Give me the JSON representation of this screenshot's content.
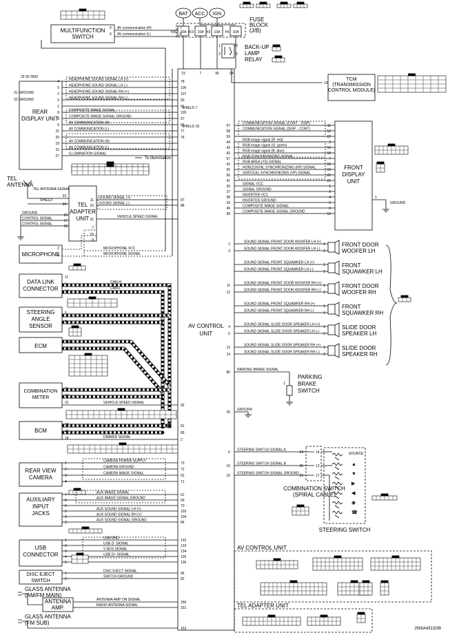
{
  "power": {
    "bat": "BAT",
    "acc": "ACC",
    "ign": "IGN",
    "fuse_block": [
      "FUSE",
      "BLOCK",
      "(J/B)"
    ],
    "fuses": [
      {
        "amp": "20A",
        "num": "#35"
      },
      {
        "amp": "10A",
        "num": "#19"
      },
      {
        "amp": "10A",
        "num": "#3"
      },
      {
        "amp": "10A",
        "num": "#4"
      }
    ],
    "relay": [
      "BACK-UP",
      "LAMP",
      "RELAY"
    ],
    "relay_pins": [
      "1",
      "2",
      "3",
      "5"
    ]
  },
  "left": {
    "multifunction": {
      "name": [
        "MULTIFUNCTION",
        "SWITCH"
      ],
      "sig_h": "AV communication (H)",
      "sig_l": "AV communication (L)",
      "pins": [
        "5",
        "6"
      ],
      "in_pins": [
        "7",
        "8"
      ]
    },
    "rear_display": {
      "name": [
        "REAR",
        "DISPLAY UNIT"
      ],
      "top_pins": "29 30 2826",
      "grounds": [
        "31 GROUND",
        "32 GROUND"
      ],
      "signals": [
        {
          "pin": "4",
          "label": "HEADPHONE SOUND SIGNAL LH (+)",
          "cp": "78"
        },
        {
          "pin": "5",
          "label": "HEADPHONE SOUND SIGNAL LH (-)",
          "cp": "106"
        },
        {
          "pin": "2",
          "label": "HEADPHONE SOUND SIGNAL RH (+)",
          "cp": "107"
        },
        {
          "pin": "3",
          "label": "HEADPHONE SOUND SIGNAL RH (-)",
          "cp": "90"
        },
        {
          "pin": "1",
          "label": "",
          "cp": "91"
        },
        {
          "pin": "8",
          "label": "COMPOSITE IMAGE SIGNAL",
          "cp": "105"
        },
        {
          "pin": "9",
          "label": "COMPOSITE IMAGE SIGNAL GROUND",
          "cp": "67"
        },
        {
          "pin": "6",
          "label": "AV COMMUNICATION (H)",
          "cp": "65"
        },
        {
          "pin": "21",
          "label": "AV COMMUNICATION (L)",
          "cp": "77"
        },
        {
          "pin": "20",
          "label": "",
          "cp": "76"
        },
        {
          "pin": "19",
          "label": "AV COMMUNICATION (H)",
          "cp": ""
        },
        {
          "pin": "22",
          "label": "AV COMMUNICATION (L)",
          "cp": ""
        },
        {
          "pin": "27",
          "label": "ILLUMINATION SIGNAL",
          "cp": ""
        }
      ],
      "illumination": "To illumination",
      "shield_pins": [
        "SHIELD 7",
        "SHIELD 18"
      ]
    },
    "tel_antenna": [
      "TEL",
      "ANTENNA"
    ],
    "tel_adapter": {
      "name": [
        "TEL",
        "ADAPTER",
        "UNIT"
      ],
      "signals": [
        {
          "pin": "33",
          "label": "TEL ANTENNA SIGNAL"
        },
        {
          "pin": "34",
          "label": "SHIELD"
        },
        {
          "pin": "11",
          "label": "SOUND SIGNAL (+)",
          "cp": "87"
        },
        {
          "pin": "10",
          "label": "SOUND SIGNAL (-)",
          "cp": "88"
        },
        {
          "pin": "20",
          "label": "GROUND"
        },
        {
          "pin": "17",
          "label": "CONTROL SIGNAL"
        },
        {
          "pin": "18",
          "label": "CONTROL SIGNAL"
        },
        {
          "pin": "31",
          "label": "VEHICLE SPEED SIGNAL"
        },
        {
          "pin": "7",
          "label": ""
        },
        {
          "pin": "29",
          "label": ""
        },
        {
          "pin": "8",
          "label": ""
        }
      ]
    },
    "microphone": {
      "name": "MICROPHONE",
      "vcc": "MICROPHONE VCC",
      "sig": "MICROPHONE SIGNAL",
      "pins": [
        "2",
        "4"
      ]
    },
    "data_link": {
      "name": [
        "DATA LINK",
        "CONNECTOR"
      ],
      "pins": [
        "11",
        "6",
        "14"
      ],
      "can_h": "CAN-H",
      "can_l": "CAN-L"
    },
    "steering_angle": {
      "name": [
        "STEERING",
        "ANGLE",
        "SENSOR"
      ],
      "pins": [
        "5",
        "4"
      ]
    },
    "ecm": {
      "name": "ECM",
      "pins": [
        "114",
        "113"
      ]
    },
    "combination_meter": {
      "name": [
        "COMBINATION",
        "METER"
      ],
      "pins": [
        "21",
        "22",
        "31"
      ]
    },
    "vehicle_speed": "VEHICLE SPEED SIGNAL",
    "bcm": {
      "name": "BCM",
      "pins": [
        "39",
        "40",
        "18"
      ],
      "dimmer": "DIMMER SIGNAL"
    },
    "rear_camera": {
      "name": [
        "REAR VIEW",
        "CAMERA"
      ],
      "signals": [
        {
          "pin": "1",
          "label": "CAMERA POWER SUPPLY",
          "cp": "73"
        },
        {
          "pin": "2",
          "label": "CAMERA GROUND",
          "cp": "72"
        },
        {
          "pin": "3",
          "label": "CAMERA IMAGE SIGNAL",
          "cp": "62"
        },
        {
          "pin": "4",
          "label": "",
          "cp": "71"
        }
      ]
    },
    "aux_jacks": {
      "name": [
        "AUXILIARY",
        "INPUT",
        "JACKS"
      ],
      "signals": [
        {
          "pin": "7",
          "label": "AUX IMAGE SIGNAL",
          "cp": "61"
        },
        {
          "pin": "8",
          "label": "AUX IMAGE SIGNAL GROUND",
          "cp": "69"
        },
        {
          "pin": "6",
          "label": "",
          "cp": "70"
        },
        {
          "pin": "1",
          "label": "AUX SOUND SIGNAL LH (+)",
          "cp": "103"
        },
        {
          "pin": "2",
          "label": "AUX SOUND SIGNAL RH (+)",
          "cp": "104"
        },
        {
          "pin": "3",
          "label": "AUX SOUND SIGNAL GROUND",
          "cp": "84"
        }
      ]
    },
    "usb": {
      "name": [
        "USB",
        "CONNECTOR"
      ],
      "signals": [
        {
          "pin": "1",
          "label": "USB GND",
          "cp": "132"
        },
        {
          "pin": "2",
          "label": "USB D- SIGNAL",
          "cp": "133"
        },
        {
          "pin": "3",
          "label": "V BUS SIGNAL",
          "cp": "134"
        },
        {
          "pin": "4",
          "label": "USB D+ SIGNAL",
          "cp": "135"
        },
        {
          "pin": "5",
          "label": "",
          "cp": "136"
        }
      ]
    },
    "disc_eject": {
      "name": [
        "DISC EJECT",
        "SWITCH"
      ],
      "signals": [
        {
          "pin": "1",
          "label": "DISC EJECT SIGNAL",
          "cp": "96"
        },
        {
          "pin": "2",
          "label": "SWITCH GROUND",
          "cp": "82"
        }
      ]
    },
    "glass_main": [
      "GLASS ANTENNA",
      "(AM/FM MAIN)"
    ],
    "antenna_amp": {
      "name": [
        "ANTENNA",
        "AMP."
      ],
      "sig1": "ANTENNA AMP ON SIGNAL",
      "sig2": "RADIO ANTENNA SIGNAL",
      "pins": [
        "150",
        "151"
      ]
    },
    "glass_sub": [
      "GLASS ANTENNA",
      "(FM SUB)"
    ],
    "last_pin": "152"
  },
  "center": {
    "name": [
      "AV CONTROL",
      "UNIT"
    ],
    "top_pins": [
      "19",
      "7",
      "95",
      "94"
    ]
  },
  "tcm": {
    "pin": "19",
    "name": [
      "TCM",
      "(TRANSMISSION",
      "CONTROL MODULE)"
    ]
  },
  "front_display": {
    "name": [
      "FRONT",
      "DISPLAY",
      "UNIT"
    ],
    "signals": [
      {
        "cp": "57",
        "label": "COMMUNICATION SIGNAL (CONT→DISP)",
        "pin": "11"
      },
      {
        "cp": "58",
        "label": "COMMUNICATION SIGNAL (DISP→CONT)",
        "pin": "12"
      },
      {
        "cp": "59",
        "label": "",
        "pin": "22"
      },
      {
        "cp": "44",
        "label": "RGB image signal (R: red)",
        "pin": "3"
      },
      {
        "cp": "43",
        "label": "RGB image signal (G: green)",
        "pin": "16"
      },
      {
        "cp": "42",
        "label": "RGB image signal (B: blue)",
        "pin": "18"
      },
      {
        "cp": "57",
        "label": "RGB SYNCHRONIZING SIGNAL",
        "pin": "7"
      },
      {
        "cp": "42",
        "label": "RGB AREA (YS) SIGNAL",
        "pin": "10"
      },
      {
        "cp": "55",
        "label": "HORIZONTAL SYNCHRONIZING (HP) SIGNAL",
        "pin": "19"
      },
      {
        "cp": "56",
        "label": "VERTICAL SYNCHRONIZING (VP) SIGNAL",
        "pin": "20"
      },
      {
        "cp": "41",
        "label": "",
        "pin": "21"
      },
      {
        "cp": "36",
        "label": "SIGNAL VCC",
        "pin": "1"
      },
      {
        "cp": "37",
        "label": "SIGNAL GROUND",
        "pin": "2"
      },
      {
        "cp": "38",
        "label": "INVERTER VCC",
        "pin": "4"
      },
      {
        "cp": "39",
        "label": "INVERTER GROUND",
        "pin": "5"
      },
      {
        "cp": "45",
        "label": "COMPOSITE IMAGE SIGNAL",
        "pin": "6"
      },
      {
        "cp": "58",
        "label": "COMPOSITE IMAGE SIGNAL GROUND",
        "pin": "13"
      }
    ],
    "ground": "GROUND",
    "ground_pin": "1"
  },
  "speakers": [
    {
      "name": [
        "FRONT DOOR",
        "WOOFER LH"
      ],
      "sigs": [
        "SOUND SIGNAL FRONT DOOR WOOFER LH (+)",
        "SOUND SIGNAL FRONT DOOR WOOFER LH (-)"
      ],
      "cps": [
        "2",
        "3"
      ],
      "pins": [
        "1",
        "2"
      ]
    },
    {
      "name": [
        "FRONT",
        "SQUAWKER LH"
      ],
      "sigs": [
        "SOUND SIGNAL FRONT SQUAWKER LH (+)",
        "SOUND SIGNAL FRONT SQUAWKER LH (-)"
      ],
      "cps": [
        "",
        ""
      ],
      "pins": [
        "1",
        "2"
      ]
    },
    {
      "name": [
        "FRONT DOOR",
        "WOOFER RH"
      ],
      "sigs": [
        "SOUND SIGNAL FRONT DOOR WOOFER RH (+)",
        "SOUND SIGNAL FRONT DOOR WOOFER RH (-)"
      ],
      "cps": [
        "11",
        "12"
      ],
      "pins": [
        "1",
        "2"
      ]
    },
    {
      "name": [
        "FRONT",
        "SQUAWKER RH"
      ],
      "sigs": [
        "SOUND SIGNAL FRONT SQUAWKER RH (+)",
        "SOUND SIGNAL FRONT SQUAWKER RH (-)"
      ],
      "cps": [
        "",
        ""
      ],
      "pins": [
        "1",
        "2"
      ]
    },
    {
      "name": [
        "SLIDE DOOR",
        "SPEAKER LH"
      ],
      "sigs": [
        "SOUND SIGNAL SLIDE DOOR SPEAKER LH (+)",
        "SOUND SIGNAL SLIDE DOOR SPEAKER LH (-)"
      ],
      "cps": [
        "4",
        "5"
      ],
      "pins": [
        "1",
        "2"
      ]
    },
    {
      "name": [
        "SLIDE DOOR",
        "SPEAKER RH"
      ],
      "sigs": [
        "SOUND SIGNAL SLIDE DOOR SPEAKER RH (+)",
        "SOUND SIGNAL SLIDE DOOR SPEAKER RH (-)"
      ],
      "cps": [
        "13",
        "14"
      ],
      "pins": [
        "1",
        "2"
      ]
    }
  ],
  "parking_brake": {
    "sig": "PARKING BRAKE SIGNAL",
    "cp": "80",
    "name": [
      "PARKING",
      "BRAKE",
      "SWITCH"
    ],
    "pin": "1"
  },
  "ground_label": "GROUND",
  "ground_cp": "20",
  "steering_switch": {
    "sigs": [
      {
        "cp": "6",
        "label": "STEERING SWITCH SIGNAL A",
        "p1": "24",
        "p2": "14"
      },
      {
        "cp": "16",
        "label": "STEERING SWITCH SIGNAL B",
        "p1": "25",
        "p2": "13"
      },
      {
        "cp": "15",
        "label": "STEERING SWITCH SIGNAL GROUND",
        "p1": "33",
        "p2": "17"
      }
    ],
    "comb_name": [
      "COMBINATION SWITCH",
      "(SPIRAL CABLE)"
    ],
    "name": "STEERING SWITCH",
    "source": "SOURCE"
  },
  "legend": {
    "av_title": "AV CONTROL UNIT",
    "tel_title": "TEL ADAPTER UNIT"
  },
  "footer": "JSNIA4313GB"
}
